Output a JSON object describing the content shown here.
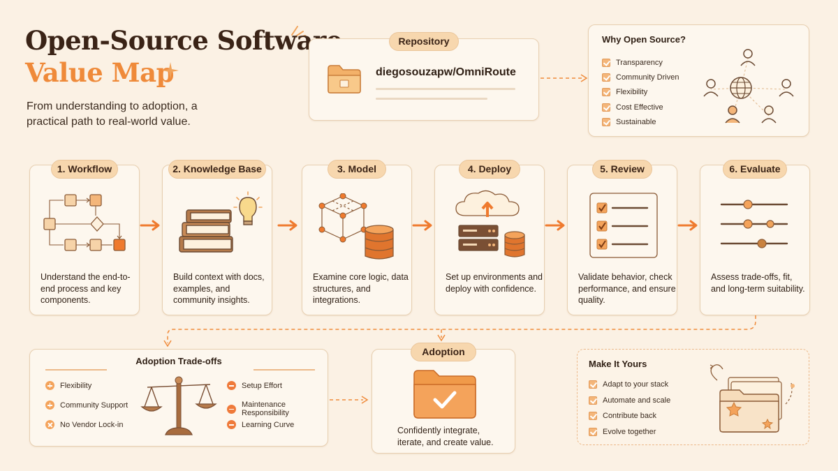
{
  "header": {
    "title_line1": "Open-Source Software",
    "title_line2": "Value Map",
    "subtitle": "From understanding to adoption, a practical path to real-world value."
  },
  "repository": {
    "label": "Repository",
    "name": "diegosouzapw/OmniRoute"
  },
  "why_open_source": {
    "title": "Why Open Source?",
    "items": [
      "Transparency",
      "Community Driven",
      "Flexibility",
      "Cost Effective",
      "Sustainable"
    ]
  },
  "steps": [
    {
      "label": "1. Workflow",
      "text": "Understand the end-to-end process and key components.",
      "icon": "flowchart-icon"
    },
    {
      "label": "2. Knowledge Base",
      "text": "Build context with docs, examples, and community insights.",
      "icon": "books-lightbulb-icon"
    },
    {
      "label": "3. Model",
      "text": "Examine core logic, data structures, and integrations.",
      "icon": "cube-database-icon"
    },
    {
      "label": "4. Deploy",
      "text": "Set up environments and deploy with confidence.",
      "icon": "cloud-server-icon"
    },
    {
      "label": "5. Review",
      "text": "Validate behavior, check performance, and ensure quality.",
      "icon": "checklist-icon"
    },
    {
      "label": "6. Evaluate",
      "text": "Assess trade-offs, fit, and long-term suitability.",
      "icon": "sliders-icon"
    }
  ],
  "tradeoffs": {
    "title": "Adoption Trade-offs",
    "pros": [
      "Flexibility",
      "Community Support",
      "No Vendor Lock-in"
    ],
    "cons": [
      "Setup Effort",
      "Maintenance Responsibility",
      "Learning Curve"
    ]
  },
  "adoption": {
    "label": "Adoption",
    "text": "Confidently integrate, iterate, and create value."
  },
  "make_it_yours": {
    "title": "Make It Yours",
    "items": [
      "Adapt to your stack",
      "Automate and scale",
      "Contribute back",
      "Evolve together"
    ]
  },
  "colors": {
    "background": "#fbf1e4",
    "accent": "#ef8a3a",
    "title": "#3a2316",
    "pill": "#f7d7ae"
  }
}
